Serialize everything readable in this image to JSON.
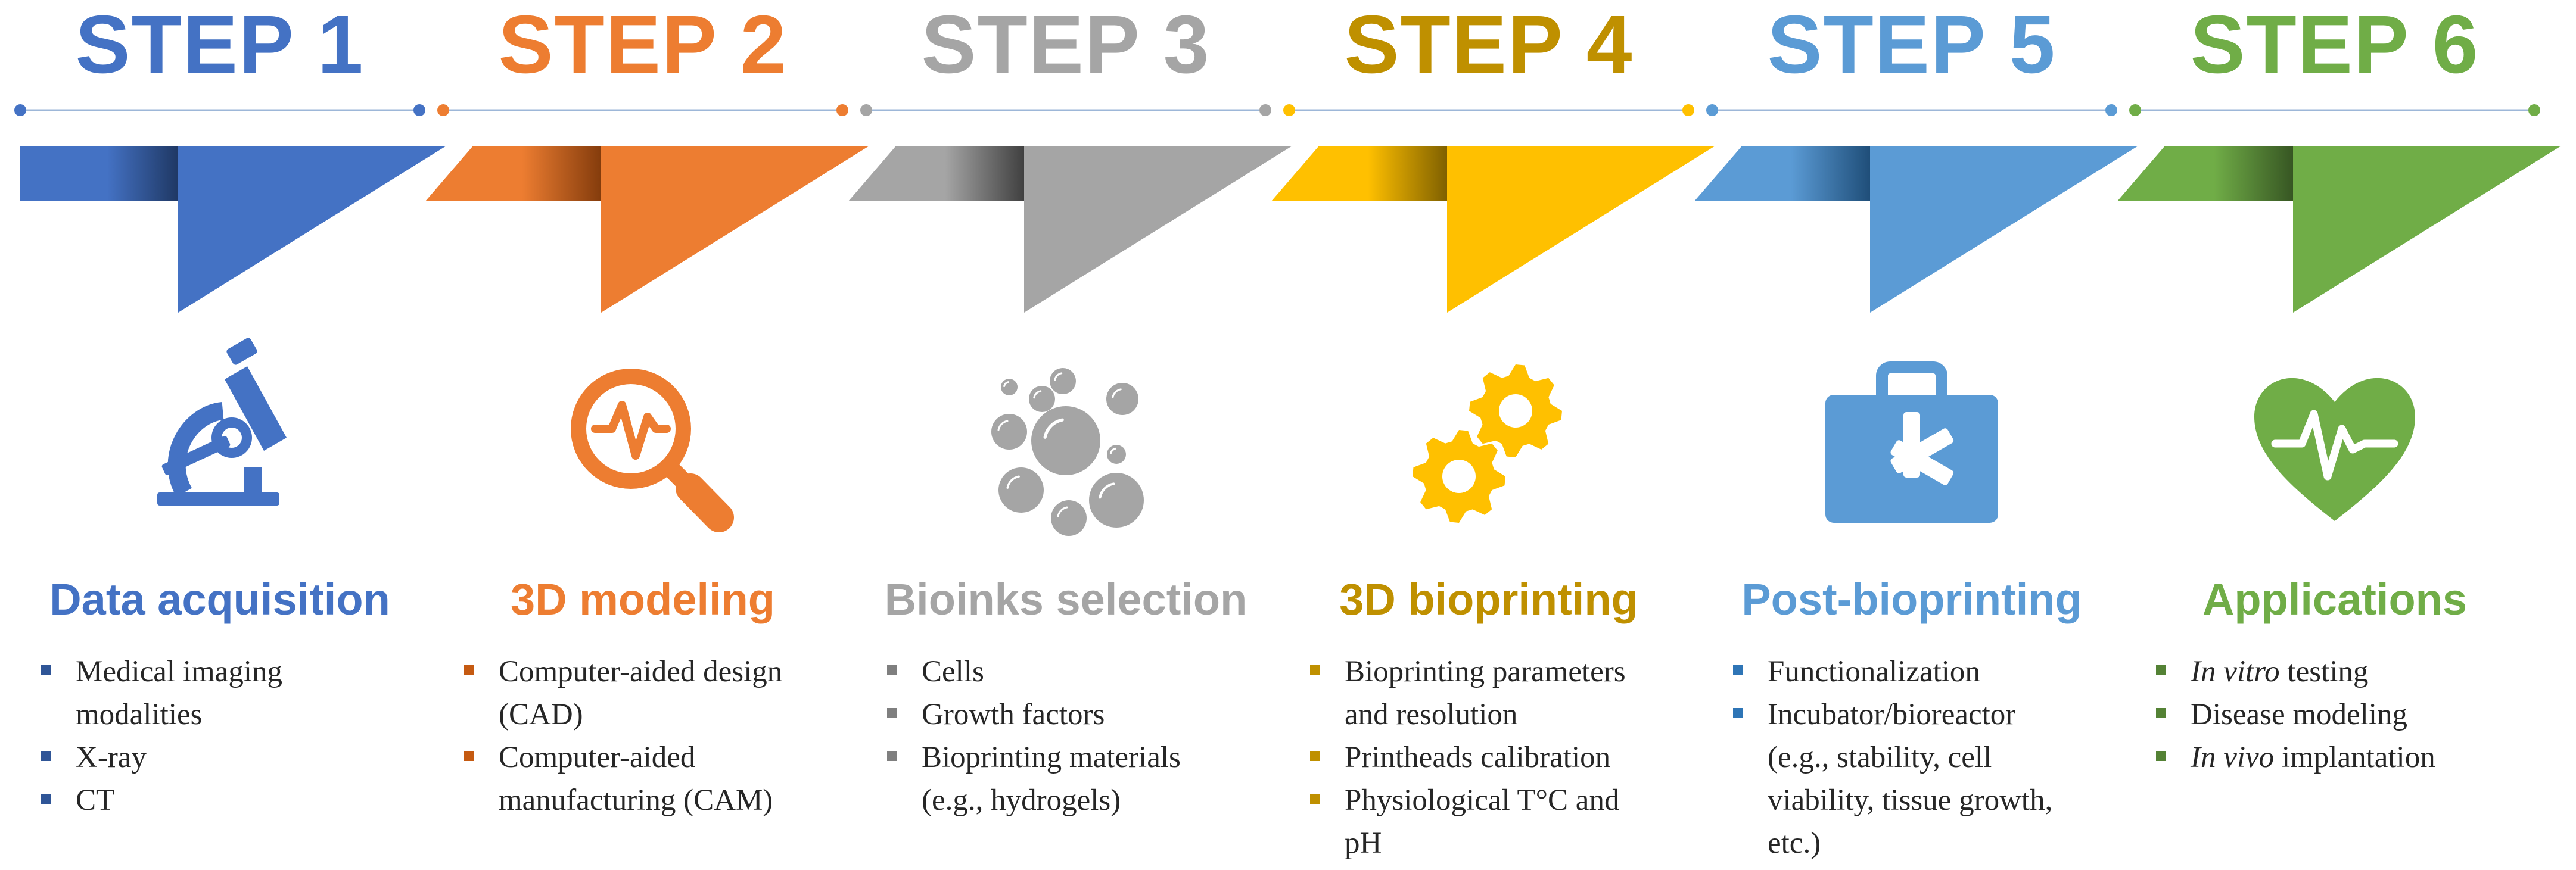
{
  "steps": [
    {
      "title": "STEP 1",
      "heading": "Data acquisition",
      "color": "#4472C4",
      "dark": "#1F3864",
      "icon": "microscope-icon",
      "items": [
        {
          "italic": "",
          "text": "Medical imaging modalities"
        },
        {
          "italic": "",
          "text": "X-ray"
        },
        {
          "italic": "",
          "text": "CT"
        }
      ]
    },
    {
      "title": "STEP 2",
      "heading": "3D modeling",
      "color": "#ED7D31",
      "dark": "#843C0C",
      "icon": "magnifier-pulse-icon",
      "items": [
        {
          "italic": "",
          "text": "Computer-aided design (CAD)"
        },
        {
          "italic": "",
          "text": "Computer-aided manufacturing (CAM)"
        }
      ]
    },
    {
      "title": "STEP 3",
      "heading": "Bioinks selection",
      "color": "#A5A5A5",
      "dark": "#404040",
      "icon": "bubbles-icon",
      "items": [
        {
          "italic": "",
          "text": "Cells"
        },
        {
          "italic": "",
          "text": "Growth factors"
        },
        {
          "italic": "",
          "text": "Bioprinting materials (e.g., hydrogels)"
        }
      ]
    },
    {
      "title": "STEP 4",
      "heading": "3D bioprinting",
      "color": "#FFC000",
      "dark": "#7F6000",
      "titleColor": "#BF9000",
      "icon": "gears-icon",
      "items": [
        {
          "italic": "",
          "text": "Bioprinting parameters and resolution"
        },
        {
          "italic": "",
          "text": "Printheads calibration"
        },
        {
          "italic": "",
          "text": "Physiological T°C and pH"
        }
      ]
    },
    {
      "title": "STEP 5",
      "heading": "Post-bioprinting",
      "color": "#5B9BD5",
      "dark": "#1F4E79",
      "icon": "medical-kit-icon",
      "items": [
        {
          "italic": "",
          "text": "Functionalization"
        },
        {
          "italic": "",
          "text": "Incubator/bioreactor (e.g., stability, cell viability, tissue growth, etc.)"
        }
      ]
    },
    {
      "title": "STEP 6",
      "heading": "Applications",
      "color": "#70AD47",
      "dark": "#375623",
      "icon": "heart-pulse-icon",
      "items": [
        {
          "italic": "In vitro",
          "text": " testing"
        },
        {
          "italic": "",
          "text": "Disease modeling"
        },
        {
          "italic": "In vivo",
          "text": " implantation"
        }
      ]
    }
  ]
}
